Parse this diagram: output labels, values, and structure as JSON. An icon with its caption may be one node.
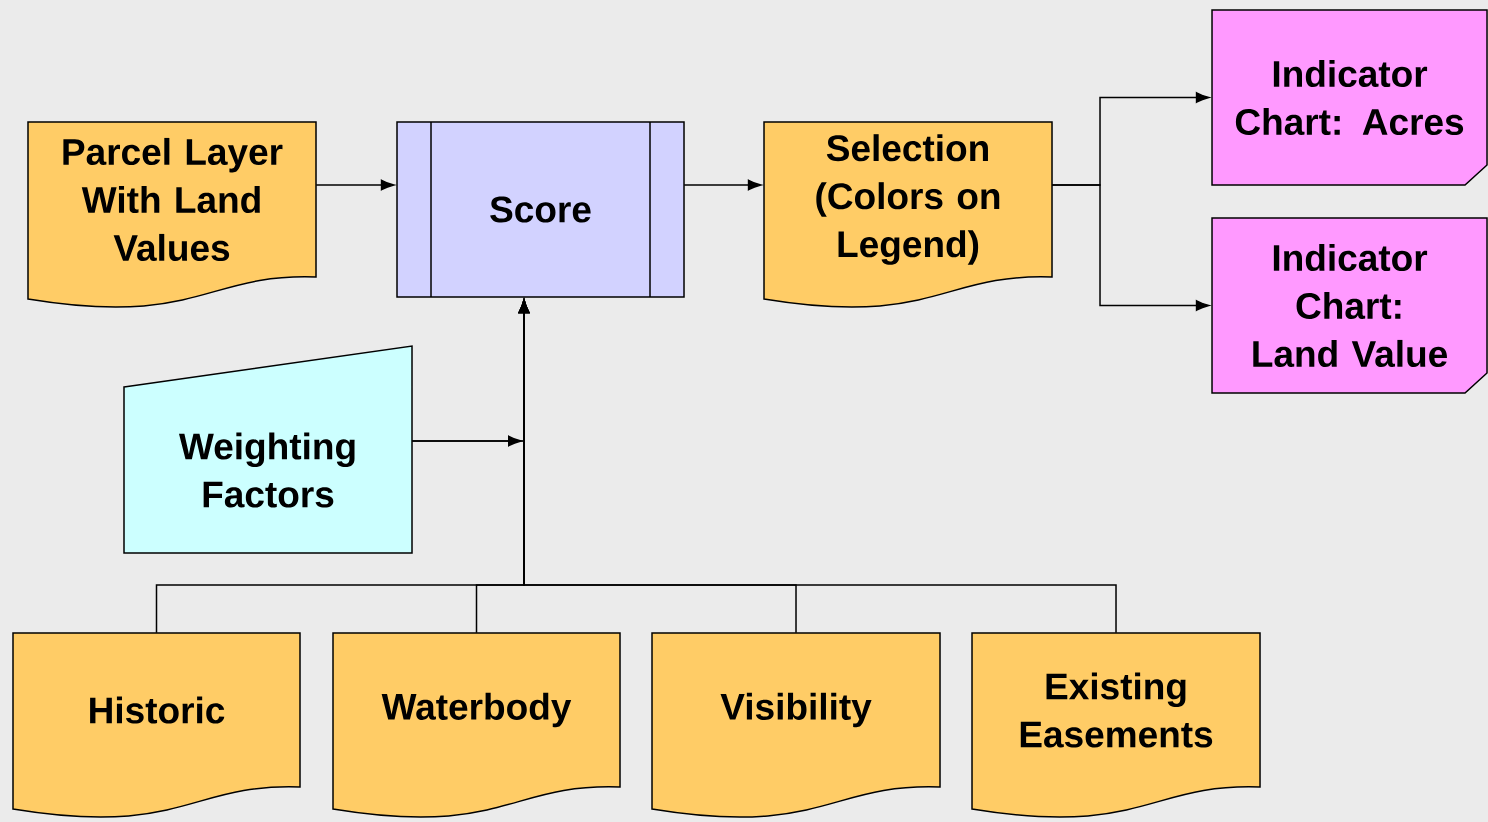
{
  "diagram": {
    "nodes": [
      {
        "text": [
          "Parcel Layer With Land Values"
        ]
      },
      {
        "text": [
          "Score"
        ]
      },
      {
        "text": [
          "Selection (Colors on Legend)"
        ]
      },
      {
        "text": [
          "Indicator Chart: Acres"
        ]
      },
      {
        "text": [
          "Indicator Chart: Land Value"
        ]
      },
      {
        "text": [
          "Weighting Factors"
        ]
      },
      {
        "text": [
          "Historic"
        ]
      },
      {
        "text": [
          "Waterbody"
        ]
      },
      {
        "text": [
          "Visibility"
        ]
      },
      {
        "text": [
          "Existing Easements"
        ]
      }
    ],
    "edges": [
      {
        "from": 0,
        "to": 1,
        "arrow": "to"
      },
      {
        "from": 1,
        "to": 2,
        "arrow": "to"
      },
      {
        "from": 2,
        "to": 3,
        "arrow": "to"
      },
      {
        "from": 2,
        "to": 4,
        "arrow": "to"
      },
      {
        "from": 5,
        "to": 1,
        "arrow": "to"
      },
      {
        "from": 6,
        "to": 1,
        "arrow": "to"
      },
      {
        "from": 7,
        "to": 1,
        "arrow": "to"
      },
      {
        "from": 8,
        "to": 1,
        "arrow": "to"
      },
      {
        "from": 9,
        "to": 1,
        "arrow": "to"
      }
    ]
  }
}
